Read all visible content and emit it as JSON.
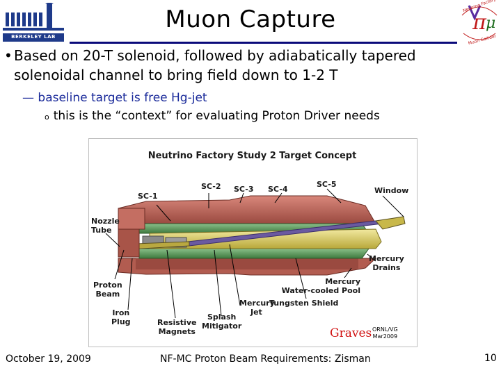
{
  "slide": {
    "title": "Muon Capture",
    "bullets": [
      "Based on 20-T solenoid, followed by adiabatically tapered",
      "solenoidal channel to bring field down to 1-2 T"
    ],
    "sub_bullet": "baseline target is free Hg-jet",
    "sub_sub_bullet": "this is the “context” for evaluating Proton Driver needs"
  },
  "figure": {
    "title": "Neutrino Factory Study 2 Target Concept",
    "labels": {
      "sc1": "SC-1",
      "sc2": "SC-2",
      "sc3": "SC-3",
      "sc4": "SC-4",
      "sc5": "SC-5",
      "window": "Window",
      "nozzle_l1": "Nozzle",
      "nozzle_l2": "Tube",
      "mercury_drains_l1": "Mercury",
      "mercury_drains_l2": "Drains",
      "proton_beam_l1": "Proton",
      "proton_beam_l2": "Beam",
      "mercury_pool_l1": "Mercury",
      "mercury_pool_l2": "Water-cooled Pool",
      "tungsten": "Tungsten Shield",
      "iron_l1": "Iron",
      "iron_l2": "Plug",
      "mercury_jet_l1": "Mercury",
      "mercury_jet_l2": "Jet",
      "splash_l1": "Splash",
      "splash_l2": "Mitigator",
      "resistive_l1": "Resistive",
      "resistive_l2": "Magnets"
    },
    "credit": "Graves",
    "credit_small_l1": "ORNL/VG",
    "credit_small_l2": "Mar2009"
  },
  "logos": {
    "left_text": "BERKELEY LAB",
    "right_text_top": "Neutrino Factory",
    "right_text_bottom": "Muon Collider"
  },
  "footer": {
    "date": "October 19, 2009",
    "center": "NF-MC Proton Beam Requirements: Zisman",
    "page": "10"
  },
  "colors": {
    "title_rule": "#0a0a7a",
    "sub_bullet": "#1a2a9a",
    "credit": "#d01010",
    "magnet_red": "#b85a4f",
    "magnet_green": "#4e8a4e",
    "target_yellow": "#d8c85a"
  }
}
